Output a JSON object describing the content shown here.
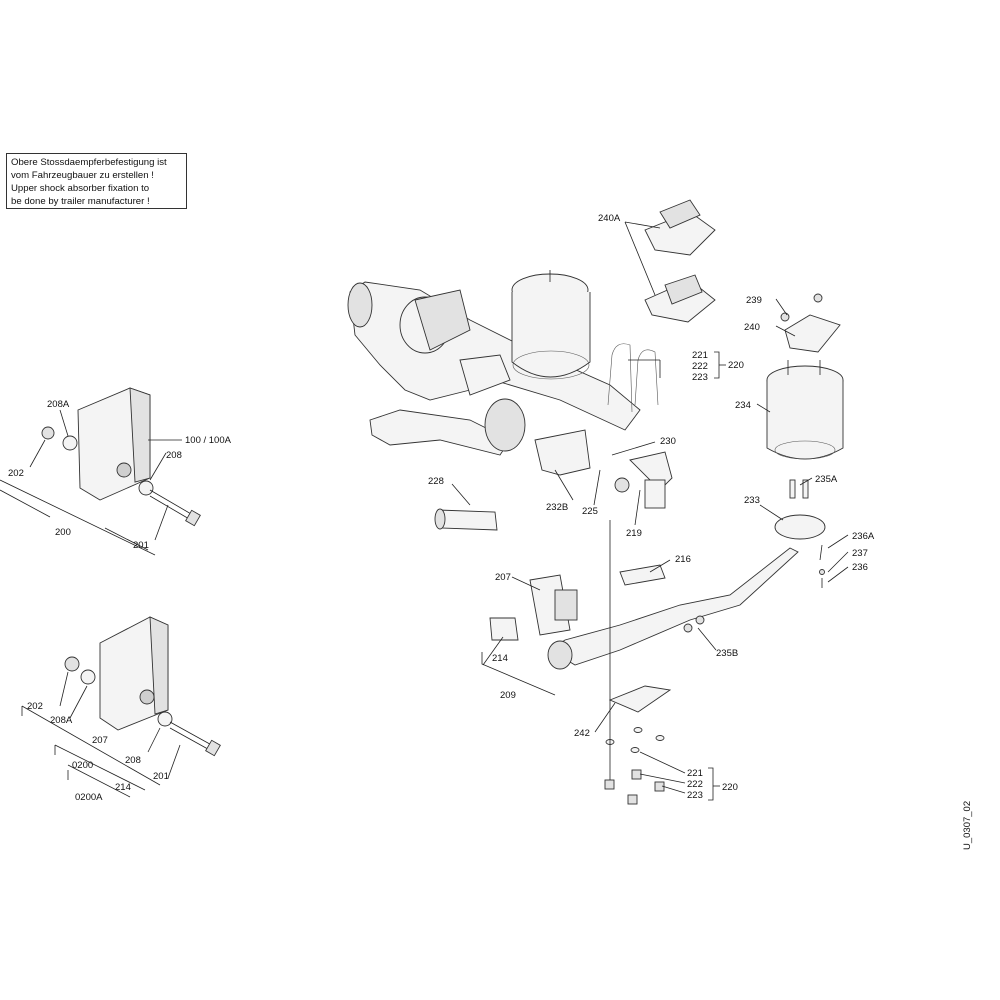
{
  "note": {
    "line1": "Obere Stossdaempferbefestigung ist",
    "line2": "vom Fahrzeugbauer zu erstellen !",
    "line3": "Upper shock absorber fixation to",
    "line4": "be done by trailer manufacturer !"
  },
  "drawing_code": "U_0307_02",
  "labels": {
    "l240A": "240A",
    "l239": "239",
    "l240": "240",
    "l221a": "221",
    "l222a": "222",
    "l223a": "223",
    "l220a": "220",
    "l234": "234",
    "l230": "230",
    "l235A": "235A",
    "l228": "228",
    "l232B": "232B",
    "l225": "225",
    "l219": "219",
    "l233": "233",
    "l236A": "236A",
    "l237": "237",
    "l236": "236",
    "l216": "216",
    "l207r": "207",
    "l214r": "214",
    "l209": "209",
    "l235B": "235B",
    "l242": "242",
    "l221b": "221",
    "l222b": "222",
    "l223b": "223",
    "l220b": "220",
    "l208A_top": "208A",
    "l100": "100 / 100A",
    "l208_top": "208",
    "l202_top": "202",
    "l200": "200",
    "l201_top": "201",
    "l202_bot": "202",
    "l208A_bot": "208A",
    "l207_bot": "207",
    "l208_bot": "208",
    "l0200": "0200",
    "l201_bot": "201",
    "l214_bot": "214",
    "l0200A": "0200A"
  }
}
